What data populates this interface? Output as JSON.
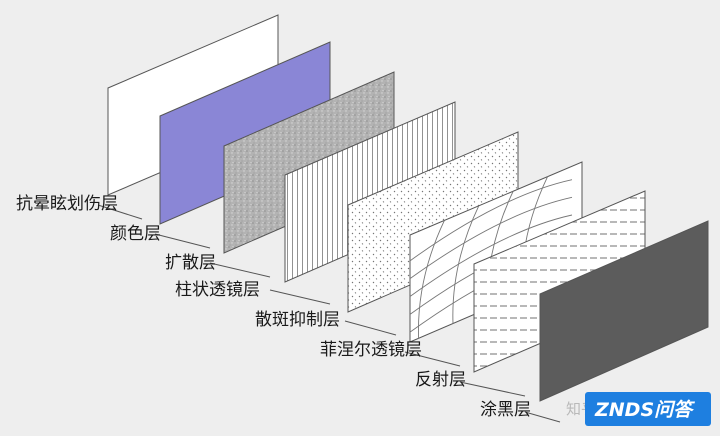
{
  "layers": [
    {
      "label": "抗晕眩划伤层",
      "fill": "#ffffff",
      "pattern": "none"
    },
    {
      "label": "颜色层",
      "fill": "#8a86d6",
      "pattern": "none"
    },
    {
      "label": "扩散层",
      "fill": "#bdbdbd",
      "pattern": "speckle"
    },
    {
      "label": "柱状透镜层",
      "fill": "#ffffff",
      "pattern": "vertical-lines"
    },
    {
      "label": "散斑抑制层",
      "fill": "#ffffff",
      "pattern": "dots"
    },
    {
      "label": "菲涅尔透镜层",
      "fill": "#ffffff",
      "pattern": "arcs"
    },
    {
      "label": "反射层",
      "fill": "#ffffff",
      "pattern": "dashes"
    },
    {
      "label": "涂黑层",
      "fill": "#5c5c5c",
      "pattern": "none"
    }
  ],
  "watermark": "知乎",
  "logo": {
    "text": "ZNDS问答",
    "color": "#1e7fe0"
  }
}
